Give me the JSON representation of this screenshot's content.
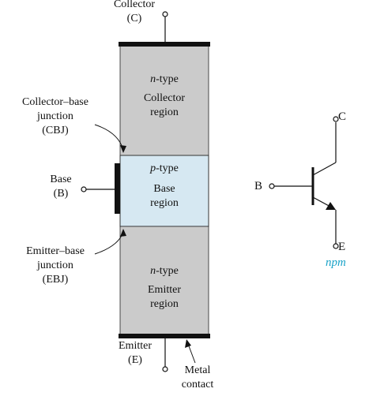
{
  "collector_label": {
    "line1": "Collector",
    "line2": "(C)"
  },
  "collector_region": {
    "type_prefix": "n",
    "type_suffix": "-type",
    "line1": "Collector",
    "line2": "region"
  },
  "base_region": {
    "type_prefix": "p",
    "type_suffix": "-type",
    "line1": "Base",
    "line2": "region"
  },
  "emitter_region": {
    "type_prefix": "n",
    "type_suffix": "-type",
    "line1": "Emitter",
    "line2": "region"
  },
  "cbj_label": {
    "line1": "Collector–base",
    "line2": "junction",
    "line3": "(CBJ)"
  },
  "base_label": {
    "line1": "Base",
    "line2": "(B)"
  },
  "ebj_label": {
    "line1": "Emitter–base",
    "line2": "junction",
    "line3": "(EBJ)"
  },
  "emitter_label": {
    "line1": "Emitter",
    "line2": "(E)"
  },
  "metal_contact_label": {
    "line1": "Metal",
    "line2": "contact"
  },
  "symbol": {
    "terminal_c": "C",
    "terminal_b": "B",
    "terminal_e": "E",
    "transistor_type": "npm"
  },
  "colors": {
    "n_region": "#cbcbcb",
    "p_region": "#d6e8f2",
    "metal": "#111111",
    "accent_text": "#1aa3c8"
  }
}
